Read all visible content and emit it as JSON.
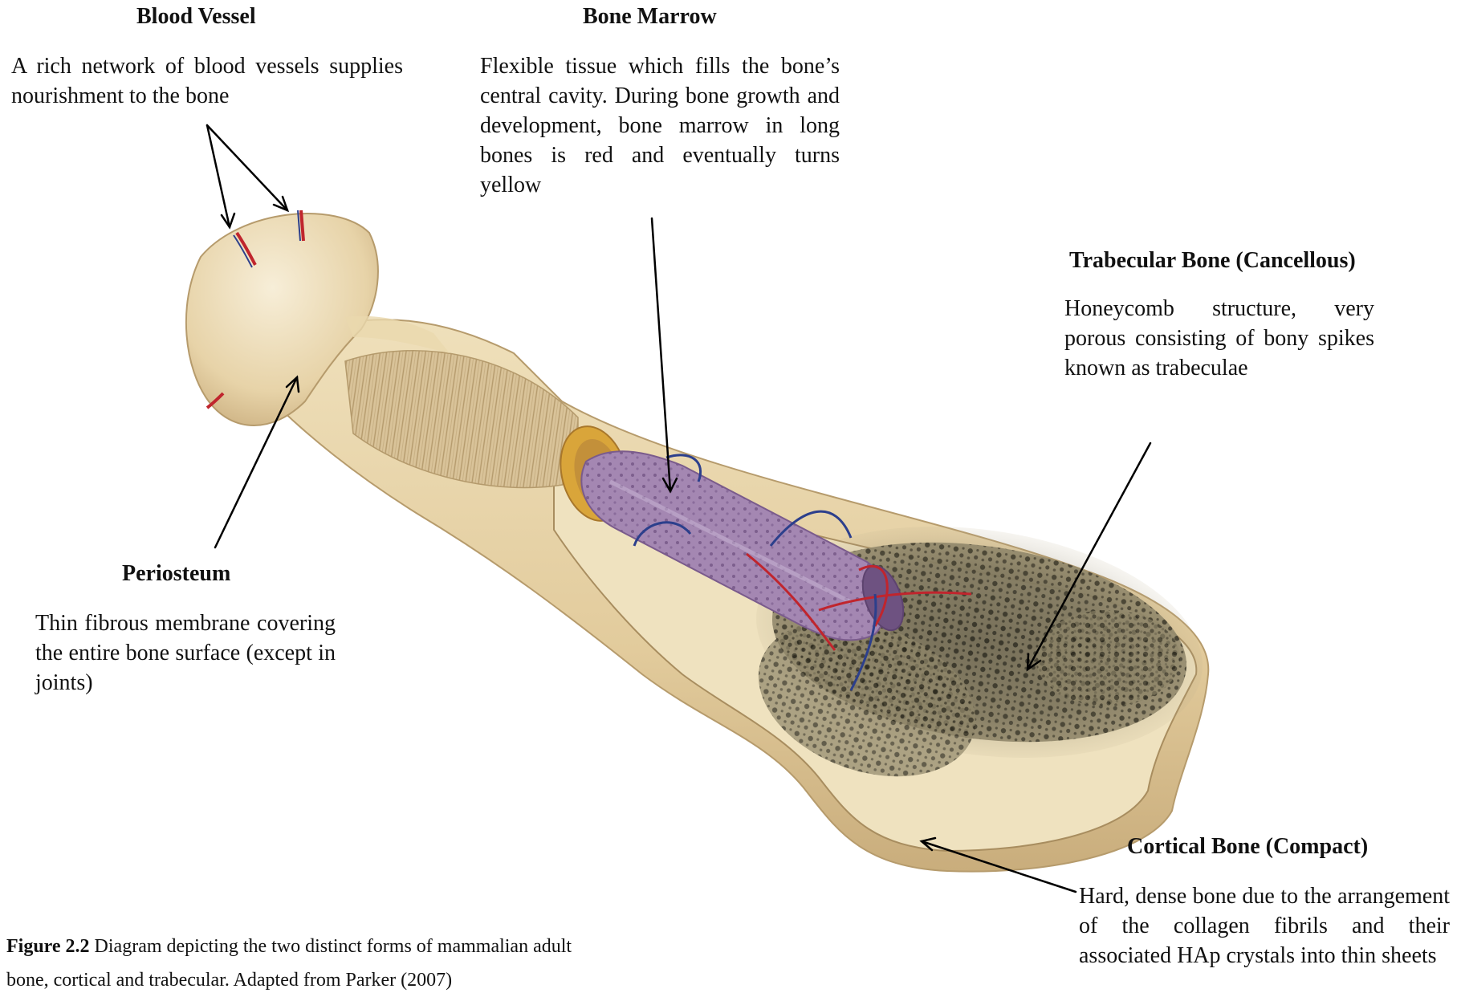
{
  "labels": {
    "blood_vessel": {
      "title": "Blood Vessel",
      "desc": "A rich network of blood vessels supplies nourishment to the bone"
    },
    "bone_marrow": {
      "title": "Bone Marrow",
      "desc": "Flexible tissue which fills the bone’s central cavity. During bone growth and development, bone marrow in long bones is red and eventually turns yellow"
    },
    "trabecular": {
      "title": "Trabecular Bone (Cancellous)",
      "desc": "Honeycomb structure, very porous consisting of bony spikes known as trabeculae"
    },
    "periosteum": {
      "title": "Periosteum",
      "desc": "Thin fibrous membrane covering the entire bone surface (except in joints)"
    },
    "cortical": {
      "title": "Cortical Bone (Compact)",
      "desc": "Hard, dense bone due to the arrangement of the collagen fibrils and their associated HAp crystals into thin sheets"
    }
  },
  "caption": {
    "figure_label": "Figure 2.2",
    "line1": "Diagram depicting the two distinct forms of mammalian adult",
    "line2": "bone, cortical and trabecular. Adapted from Parker (2007)"
  },
  "colors": {
    "bone_light": "#f3e6c6",
    "bone_mid": "#e3cfa2",
    "bone_shadow": "#c2a878",
    "trabecular_dark": "#3b3a30",
    "marrow_purple": "#a889b4",
    "vessel_red": "#c0252d",
    "vessel_blue": "#2c3f8c"
  }
}
